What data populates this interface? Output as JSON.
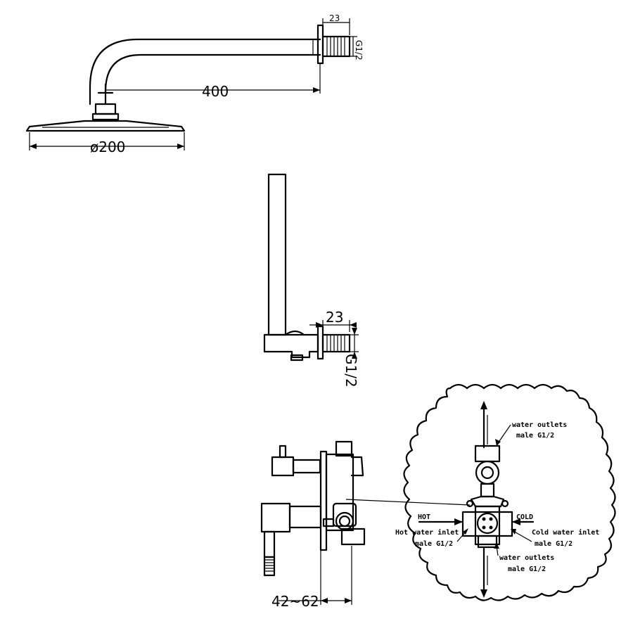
{
  "shower_arm": {
    "dim_length": "400",
    "dim_flange": "23",
    "dim_thread": "G1/2",
    "dim_head_diameter": "ø200"
  },
  "slide_bar": {
    "dim_flange": "23",
    "dim_thread": "G1/2"
  },
  "valve": {
    "dim_depth": "42~62"
  },
  "detail": {
    "top_outlet_label": "water outlets",
    "top_outlet_sub": "male G1/2",
    "hot_tag": "HOT",
    "hot_label": "Hot water inlet",
    "hot_sub": "male G1/2",
    "cold_tag": "COLD",
    "cold_label": "Cold water inlet",
    "cold_sub": "male G1/2",
    "bottom_outlet_label": "water outlets",
    "bottom_outlet_sub": "male G1/2"
  }
}
